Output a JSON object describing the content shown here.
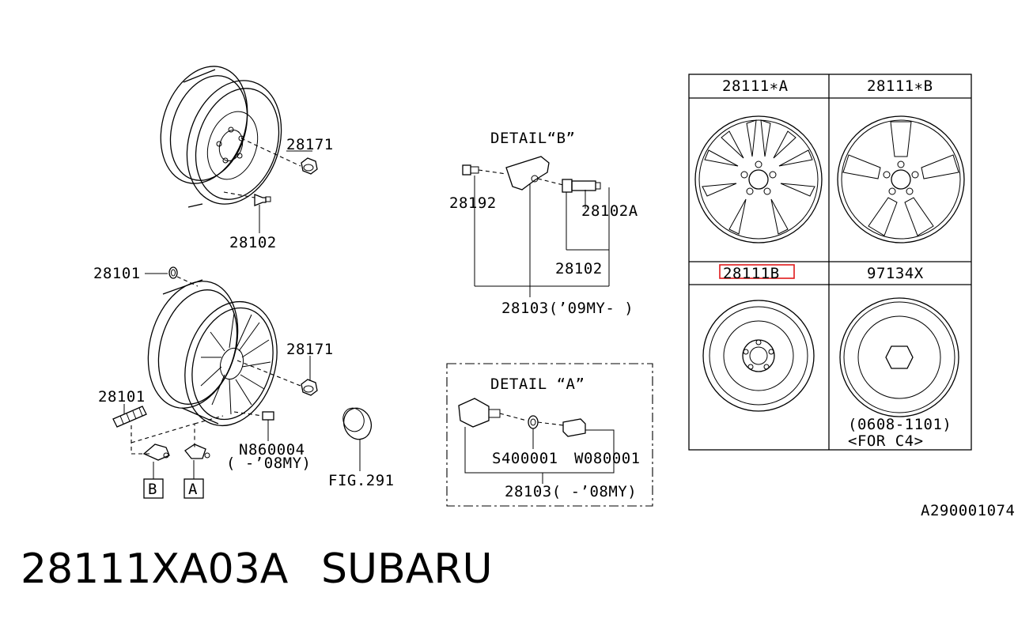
{
  "labels": {
    "top_wheel_nut": "28171",
    "top_valve": "28102",
    "detail_b_title": "DETAIL“B”",
    "detail_b_left": "28192",
    "detail_b_right": "28102A",
    "detail_b_valve": "28102",
    "detail_b_bottom": "28103(’09MY-  )",
    "alloy_ring": "28101",
    "alloy_nut": "28171",
    "alloy_weight": "28101",
    "alloy_nut_note_1": "N860004",
    "alloy_nut_note_2": "(   -’08MY)",
    "cap_ref": "FIG.291",
    "box_b": "B",
    "box_a": "A",
    "detail_a_title": "DETAIL “A”",
    "detail_a_left": "S400001",
    "detail_a_right": "W080001",
    "detail_a_bottom": "28103(  -’08MY)"
  },
  "table": {
    "header_a": "28111∗A",
    "header_b": "28111∗B",
    "row2_left": "28111B",
    "row2_right": "97134X",
    "note_1": "(0608-1101)",
    "note_2": "<FOR C4>"
  },
  "figure_id": "A290001074",
  "part_number": "28111XA03A",
  "brand": "SUBARU",
  "highlight_color": "#e0191b"
}
